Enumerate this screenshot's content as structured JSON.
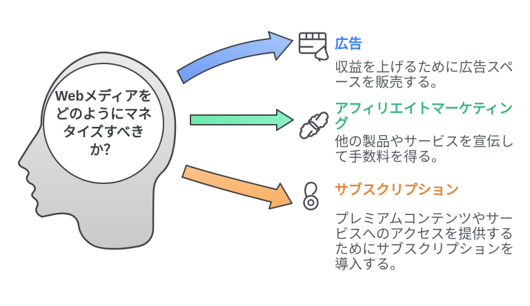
{
  "background_color": "#ffffff",
  "outline_color": "#41464c",
  "body_text_color": "#545a61",
  "head": {
    "question": "Webメディアを\nどのようにマネ\nタイズすべき\nか？",
    "text_color": "#3a3f45",
    "fill_top": "#eaeaea",
    "fill_bottom": "#c9c9c9"
  },
  "branches": [
    {
      "title": "広告",
      "description": "収益を上げるために広告スペ\nースを販売する。",
      "title_color": "#3b7ff0",
      "icon": "ad-banner-megaphone-icon",
      "arrow": {
        "shape": "curved-up",
        "color_start": "#6e9bf2",
        "color_end": "#a9c9fb"
      }
    },
    {
      "title": "アフィリエイトマーケティン\nグ",
      "description": "他の製品やサービスを宣伝し\nて手数料を得る。",
      "title_color": "#34b877",
      "icon": "handshake-icon",
      "arrow": {
        "shape": "straight",
        "color_start": "#6fe9ac",
        "color_end": "#8bf2c4"
      }
    },
    {
      "title": "サブスクリプション",
      "description": "プレミアムコンテンツやサー\nビスへのアクセスを提供する\nためにサブスクリプションを\n導入する。",
      "title_color": "#e08433",
      "icon": "open-padlock-icon",
      "arrow": {
        "shape": "curved-down",
        "color_start": "#fdc183",
        "color_end": "#f9b069"
      }
    }
  ]
}
